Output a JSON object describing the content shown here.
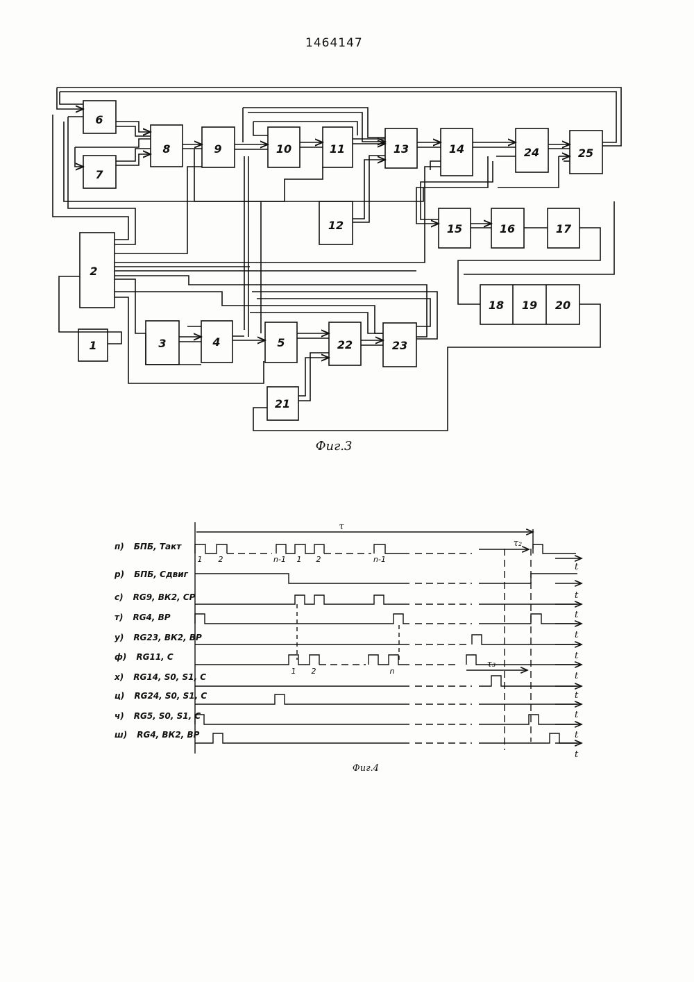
{
  "patent_number": "1464147",
  "fig3": {
    "caption": "Фиг.3",
    "blocks": [
      "1",
      "2",
      "3",
      "4",
      "5",
      "6",
      "7",
      "8",
      "9",
      "10",
      "11",
      "12",
      "13",
      "14",
      "15",
      "16",
      "17",
      "18",
      "19",
      "20",
      "21",
      "22",
      "23",
      "24",
      "25"
    ]
  },
  "fig4": {
    "caption": "Фиг.4",
    "tau_label": "τ",
    "tau2_label": "τ₂",
    "tau3_label": "τ₃",
    "t_label": "t",
    "signals": [
      {
        "letter": "п)",
        "name": "БПБ, Такт"
      },
      {
        "letter": "р)",
        "name": "БПБ, Сдвиг"
      },
      {
        "letter": "с)",
        "name": "RG9, ВК2, СР"
      },
      {
        "letter": "т)",
        "name": "RG4, ВР"
      },
      {
        "letter": "у)",
        "name": "RG23, ВК2, ВР"
      },
      {
        "letter": "ф)",
        "name": "RG11, С"
      },
      {
        "letter": "х)",
        "name": "RG14, S0, S1, С"
      },
      {
        "letter": "ц)",
        "name": "RG24, S0, S1, С"
      },
      {
        "letter": "ч)",
        "name": "RG5, S0, S1, С"
      },
      {
        "letter": "ш)",
        "name": "RG4, ВК2, ВР"
      }
    ],
    "pulse_numbers_row1": [
      "1",
      "2",
      "n-1",
      "1",
      "2",
      "n-1"
    ],
    "pulse_numbers_row6": [
      "1",
      "2",
      "n"
    ]
  }
}
